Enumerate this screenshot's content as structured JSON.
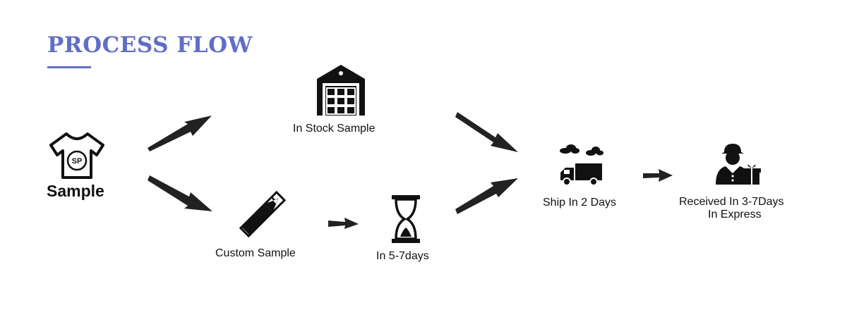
{
  "header": {
    "title": "PROCESS FLOW"
  },
  "nodes": {
    "sample": {
      "label": "Sample",
      "badge": "SP",
      "icon": "tshirt-icon"
    },
    "in_stock": {
      "label": "In Stock Sample",
      "icon": "warehouse-icon"
    },
    "custom": {
      "label": "Custom Sample",
      "icon": "pencil-ruler-icon"
    },
    "days": {
      "label": "In 5-7days",
      "icon": "hourglass-icon"
    },
    "ship": {
      "label": "Ship In 2 Days",
      "icon": "delivery-truck-icon"
    },
    "received": {
      "line1": "Received In 3-7Days",
      "line2": "In Express",
      "icon": "courier-gift-icon"
    }
  },
  "colors": {
    "title": "#5f6ec6",
    "ink": "#111111"
  }
}
